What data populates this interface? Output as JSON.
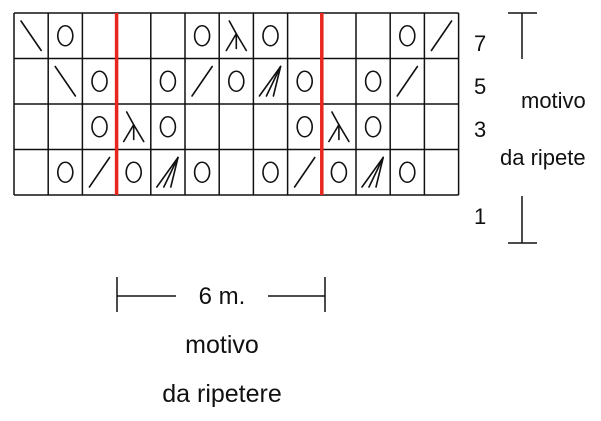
{
  "grid": {
    "rows": [
      {
        "number": "7",
        "cells": [
          "k2tog",
          "yo",
          "knit",
          "knit",
          "knit",
          "yo",
          "sk2p",
          "yo",
          "knit",
          "knit",
          "knit",
          "yo",
          "ssk"
        ]
      },
      {
        "number": "5",
        "cells": [
          "knit",
          "k2tog",
          "yo",
          "knit",
          "yo",
          "ssk",
          "yo",
          "k3tog",
          "yo",
          "knit",
          "yo",
          "ssk",
          "knit"
        ]
      },
      {
        "number": "3",
        "cells": [
          "knit",
          "knit",
          "yo",
          "sk2p",
          "yo",
          "knit",
          "knit",
          "knit",
          "yo",
          "sk2p",
          "yo",
          "knit",
          "knit"
        ]
      },
      {
        "number": "1",
        "cells": [
          "knit",
          "yo",
          "ssk",
          "yo",
          "k3tog",
          "yo",
          "knit",
          "yo",
          "ssk",
          "yo",
          "k3tog",
          "yo",
          "knit"
        ]
      }
    ],
    "repeat_boundaries": [
      3,
      9
    ],
    "line_color": "#111111",
    "repeat_color": "#e8251c"
  },
  "repeat_width": {
    "label": "6 m.",
    "caption_line1": "motivo",
    "caption_line2": "da ripetere"
  },
  "row_repeat": {
    "caption_line1": "motivo",
    "caption_line2": "da ripete"
  }
}
